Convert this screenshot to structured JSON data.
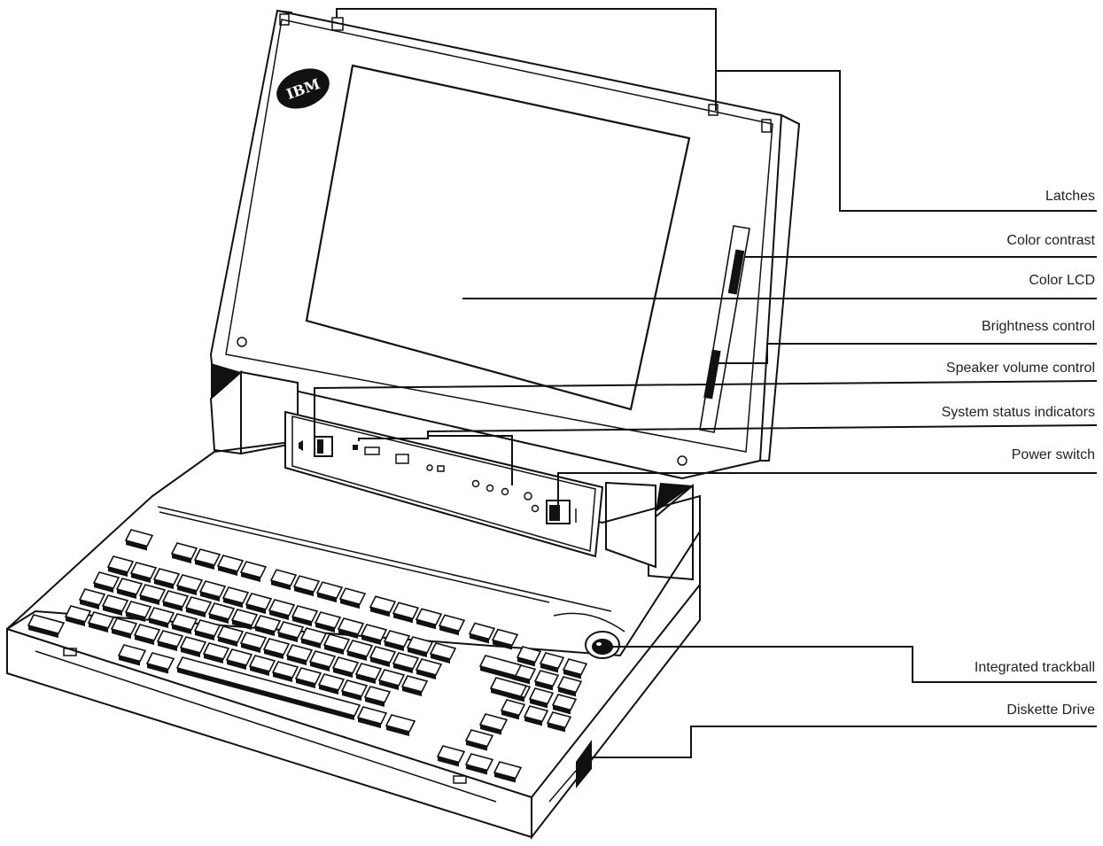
{
  "logo": {
    "text": "IBM"
  },
  "callouts": [
    {
      "id": "latches",
      "label": "Latches"
    },
    {
      "id": "color-contrast",
      "label": "Color contrast"
    },
    {
      "id": "color-lcd",
      "label": "Color LCD"
    },
    {
      "id": "brightness-control",
      "label": "Brightness control"
    },
    {
      "id": "speaker-volume-control",
      "label": "Speaker volume control"
    },
    {
      "id": "system-status-indicators",
      "label": "System status indicators"
    },
    {
      "id": "power-switch",
      "label": "Power switch"
    },
    {
      "id": "integrated-trackball",
      "label": "Integrated trackball"
    },
    {
      "id": "diskette-drive",
      "label": "Diskette Drive"
    }
  ],
  "colors": {
    "ink": "#111111",
    "paper": "#ffffff",
    "label": "#222222"
  }
}
